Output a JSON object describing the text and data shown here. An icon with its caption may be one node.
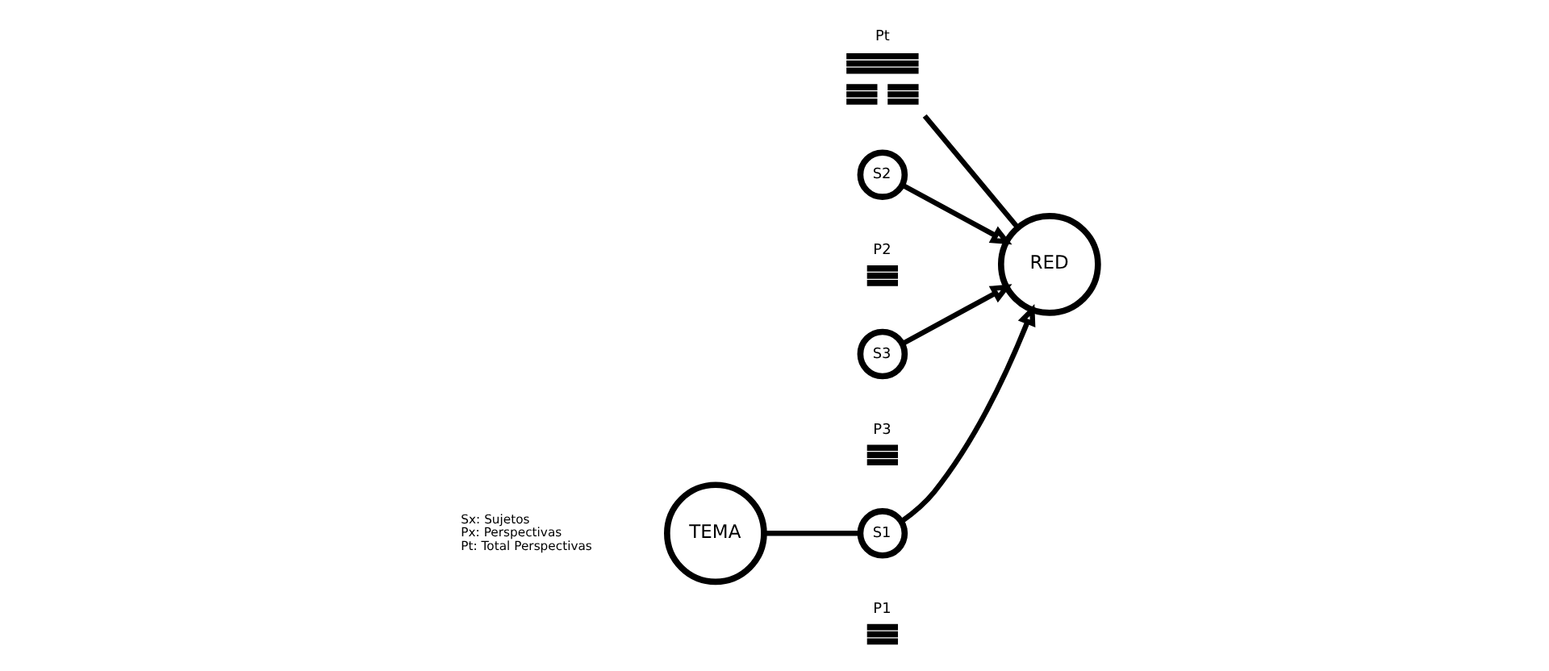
{
  "diagram": {
    "nodes": [
      {
        "text": [
          "TEMA"
        ]
      },
      {
        "text": [
          "S1"
        ],
        "beside": [
          "P1"
        ]
      },
      {
        "text": [
          "RED"
        ]
      },
      {
        "text": [
          "Pt"
        ]
      },
      {
        "text": [
          "S2"
        ],
        "beside": [
          "P2"
        ]
      },
      {
        "text": [
          "S3"
        ],
        "beside": [
          "P3"
        ]
      }
    ],
    "edges": [
      {
        "from": 0,
        "to": 1,
        "arrow": "none"
      },
      {
        "from": 1,
        "to": 2,
        "arrow": "to"
      },
      {
        "from": 3,
        "to": 2,
        "arrow": "none"
      },
      {
        "from": 4,
        "to": 2,
        "arrow": "to"
      },
      {
        "from": 5,
        "to": 2,
        "arrow": "to"
      }
    ],
    "labels": [
      "Sx: Sujetos",
      "Px: Perspectivas",
      "Pt: Total Perspectivas"
    ]
  }
}
